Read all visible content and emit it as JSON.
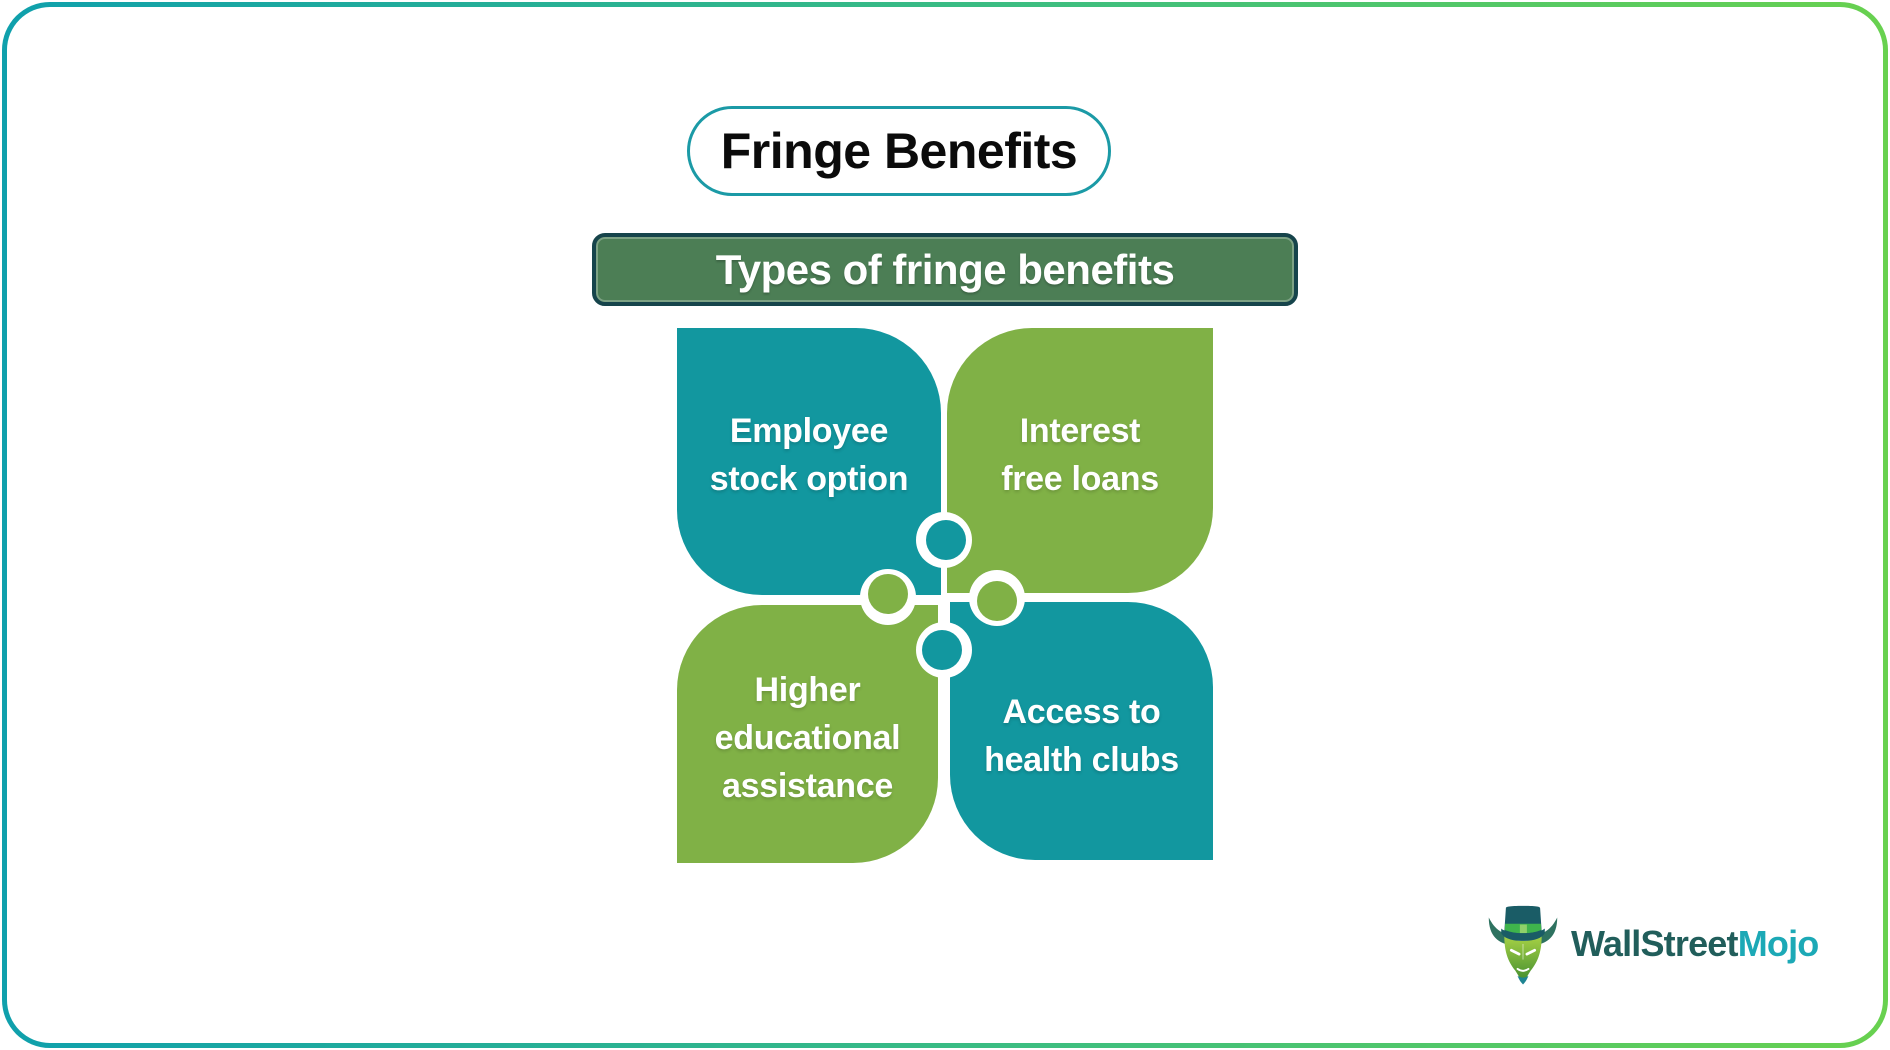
{
  "title": "Fringe Benefits",
  "subtitle": "Types of fringe benefits",
  "puzzle": {
    "pieces": [
      {
        "name": "employee-stock-option",
        "label": "Employee\nstock option",
        "color": "#12979F"
      },
      {
        "name": "interest-free-loans",
        "label": "Interest\nfree loans",
        "color": "#80B146"
      },
      {
        "name": "higher-educational-assistance",
        "label": "Higher\neducational\nassistance",
        "color": "#80B146"
      },
      {
        "name": "access-to-health-clubs",
        "label": "Access to\nhealth clubs",
        "color": "#12979F"
      }
    ],
    "socket_color": "#FFFFFF"
  },
  "logo": {
    "brand_primary": "WallStreet",
    "brand_secondary": "Mojo",
    "icon": "bull-mascot-icon"
  },
  "colors": {
    "teal": "#12979F",
    "green": "#80B146",
    "frame_gradient_left": "#0FA0AC",
    "frame_gradient_right": "#68D14F",
    "title_border": "#1B9AA6",
    "subtitle_fill": "#4C7E55",
    "subtitle_border": "#16444B",
    "piece_text": "#FFFFFF",
    "logo_primary_text": "#215E5B",
    "logo_secondary_text": "#1CA9B6"
  }
}
